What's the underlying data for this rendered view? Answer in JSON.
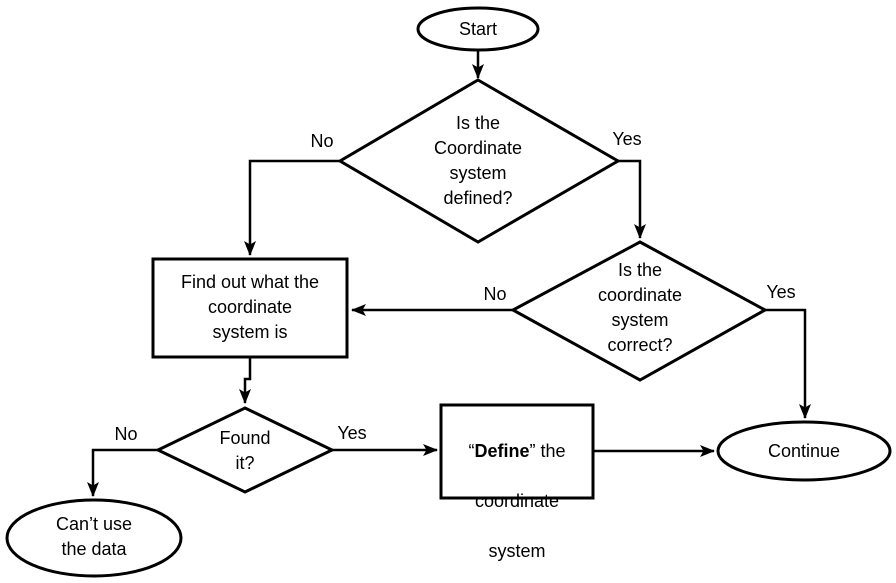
{
  "flowchart": {
    "nodes": {
      "start": {
        "type": "terminal",
        "label": "Start"
      },
      "defined_decision": {
        "type": "decision",
        "label": "Is the\nCoordinate\nsystem\ndefined?"
      },
      "find_out_process": {
        "type": "process",
        "label": "Find out what the\ncoordinate\nsystem is"
      },
      "correct_decision": {
        "type": "decision",
        "label": "Is the\ncoordinate\nsystem\ncorrect?"
      },
      "found_decision": {
        "type": "decision",
        "label": "Found\nit?"
      },
      "cant_use_terminal": {
        "type": "terminal",
        "label": "Can’t use\nthe data"
      },
      "define_process": {
        "type": "process",
        "open_quote": "“",
        "bold_word": "Define",
        "after_bold": "” the",
        "line2": "coordinate",
        "line3": "system"
      },
      "continue_terminal": {
        "type": "terminal",
        "label": "Continue"
      }
    },
    "edge_labels": {
      "defined_no": "No",
      "defined_yes": "Yes",
      "correct_no": "No",
      "correct_yes": "Yes",
      "found_no": "No",
      "found_yes": "Yes"
    },
    "colors": {
      "stroke": "#000000",
      "background": "#ffffff",
      "text": "#000000"
    }
  }
}
